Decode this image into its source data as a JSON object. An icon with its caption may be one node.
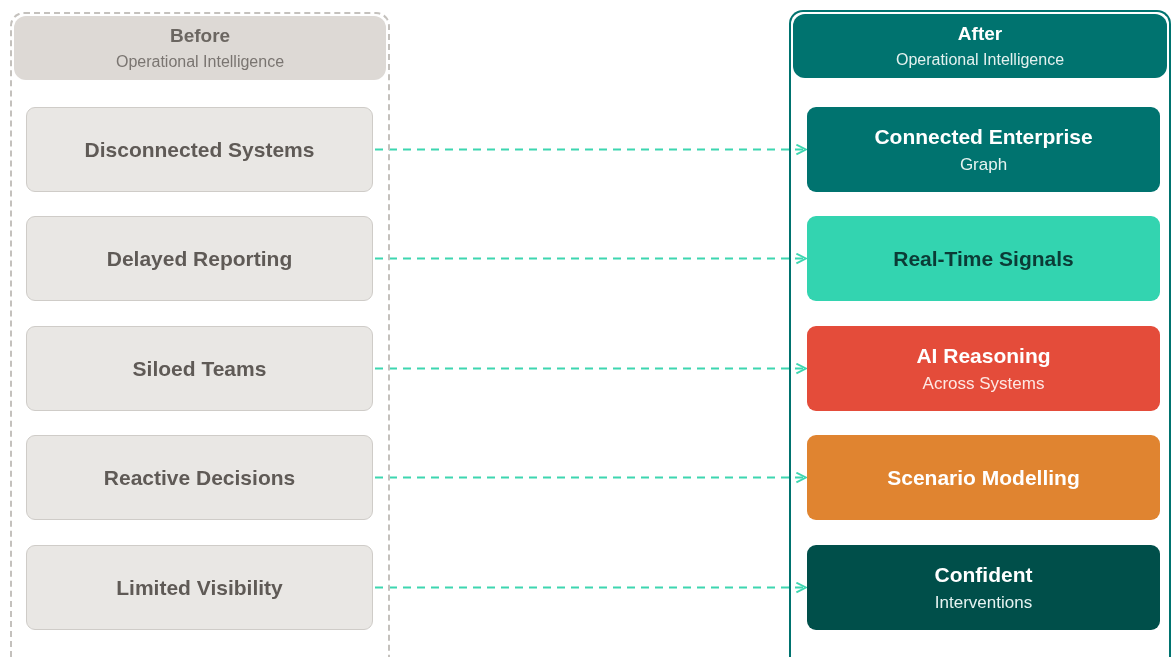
{
  "diagram": {
    "nodes": [
      {
        "text": [
          "Before",
          "Operational Intelligence"
        ]
      },
      {
        "text": [
          "Disconnected Systems"
        ],
        "in": 0
      },
      {
        "text": [
          "Delayed Reporting"
        ],
        "in": 0
      },
      {
        "text": [
          "Siloed Teams"
        ],
        "in": 0
      },
      {
        "text": [
          "Reactive Decisions"
        ],
        "in": 0
      },
      {
        "text": [
          "Limited Visibility"
        ],
        "in": 0
      },
      {
        "text": [
          "After",
          "Operational Intelligence"
        ]
      },
      {
        "text": [
          "Connected Enterprise",
          "Graph"
        ],
        "in": 6
      },
      {
        "text": [
          "Real-Time Signals"
        ],
        "in": 6
      },
      {
        "text": [
          "AI Reasoning",
          "Across Systems"
        ],
        "in": 6
      },
      {
        "text": [
          "Scenario Modelling"
        ],
        "in": 6
      },
      {
        "text": [
          "Confident",
          "Interventions"
        ],
        "in": 6
      }
    ],
    "edges": [
      {
        "from": 1,
        "to": 7,
        "arrow": "to",
        "style": "dashed"
      },
      {
        "from": 2,
        "to": 8,
        "arrow": "to",
        "style": "dashed"
      },
      {
        "from": 3,
        "to": 9,
        "arrow": "to",
        "style": "dashed"
      },
      {
        "from": 4,
        "to": 10,
        "arrow": "to",
        "style": "dashed"
      },
      {
        "from": 5,
        "to": 11,
        "arrow": "to",
        "style": "dashed"
      }
    ]
  }
}
